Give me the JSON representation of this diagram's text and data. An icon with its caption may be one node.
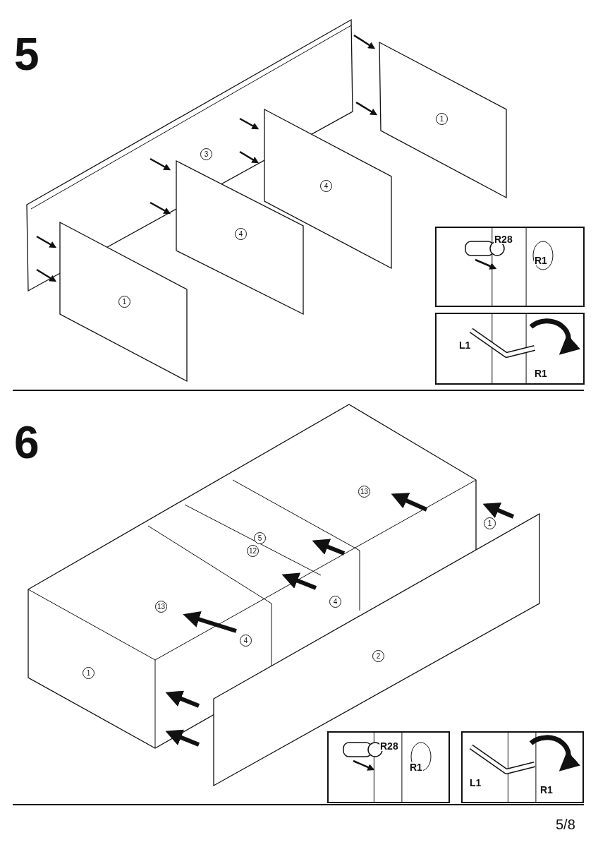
{
  "diagram": {
    "labels": [
      "5",
      "1",
      "3",
      "4",
      "4",
      "1",
      "R28",
      "R1",
      "L1",
      "R1",
      "6",
      "13",
      "1",
      "5",
      "12",
      "4",
      "13",
      "4",
      "2",
      "1",
      "R28",
      "R1",
      "L1",
      "R1",
      "5/8"
    ]
  }
}
